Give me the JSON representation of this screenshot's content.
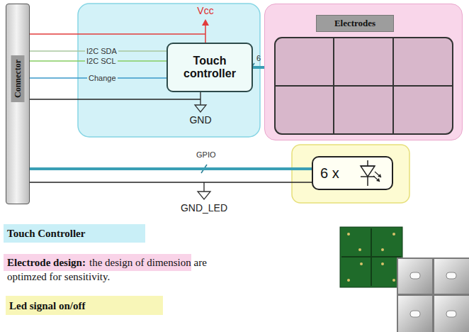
{
  "diagram": {
    "nodes": [
      {
        "text": [
          "Connector"
        ]
      },
      {
        "text": [
          "Touch controller"
        ]
      },
      {
        "text": [
          "Electrodes"
        ]
      },
      {
        "text": [
          "6 x"
        ]
      }
    ],
    "edges": [
      {
        "from": 0,
        "to": 1,
        "arrow": "none",
        "label": "I2C SDA"
      },
      {
        "from": 0,
        "to": 1,
        "arrow": "none",
        "label": "I2C SCL"
      },
      {
        "from": 0,
        "to": 1,
        "arrow": "none",
        "label": "Change"
      },
      {
        "from": 1,
        "to": 2,
        "arrow": "none",
        "label": "6"
      },
      {
        "from": 0,
        "to": 3,
        "arrow": "none",
        "label": "GPIO"
      }
    ],
    "labels": [
      "Vcc",
      "GND",
      "GND_LED",
      "the design of dimension are optimzed for sensitivity."
    ],
    "legend": [
      {
        "text": "Touch Controller",
        "color": "#c9eff7"
      },
      {
        "text": "Electrode design:",
        "color": "#f9d3e8"
      },
      {
        "text": "Led signal on/off",
        "color": "#f8f6b8"
      }
    ]
  }
}
